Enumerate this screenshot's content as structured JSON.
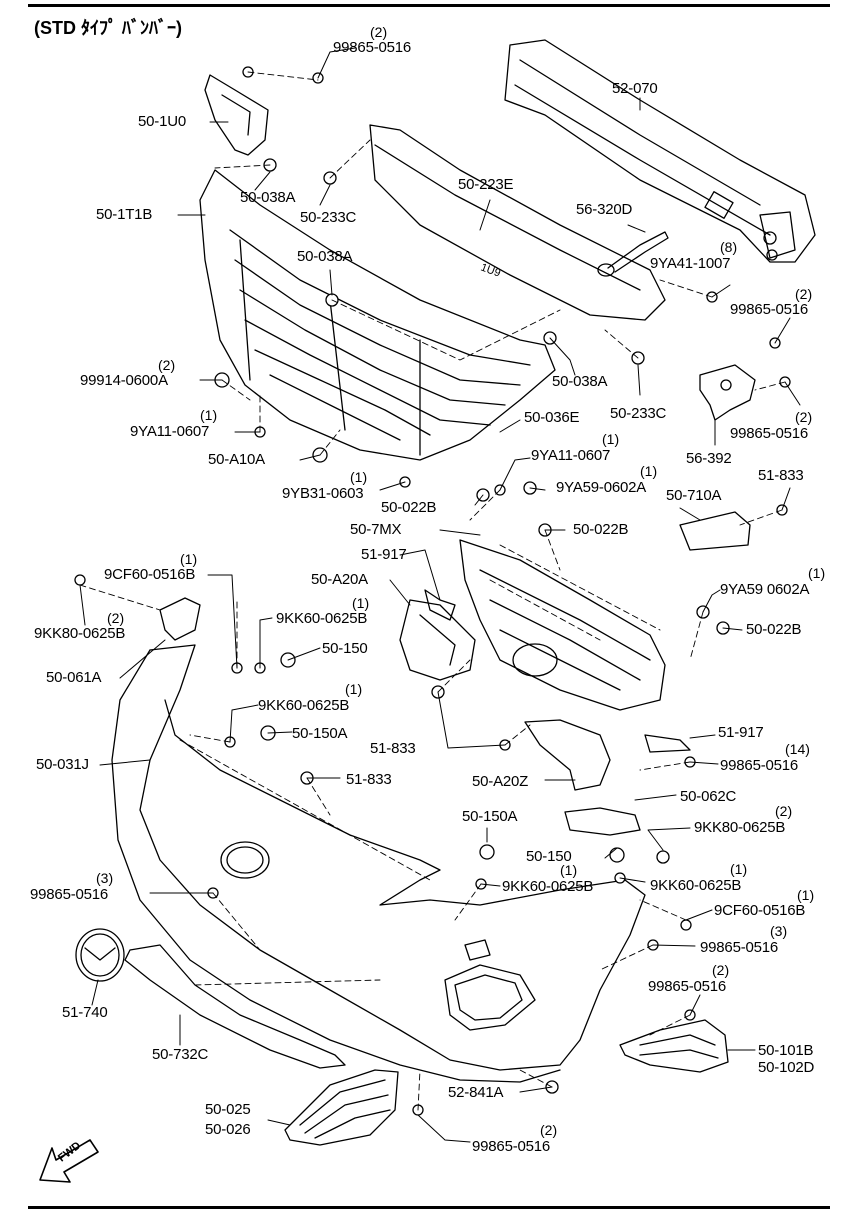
{
  "title": "(STD ﾀｲﾌﾟ ﾊﾞﾝﾊﾞｰ)",
  "fwd_label": "FWD",
  "labels": [
    {
      "id": "p01",
      "text": "99865-0516",
      "qty": "(2)"
    },
    {
      "id": "p02",
      "text": "50-1U0",
      "qty": ""
    },
    {
      "id": "p03",
      "text": "52-070",
      "qty": ""
    },
    {
      "id": "p04",
      "text": "50-038A",
      "qty": ""
    },
    {
      "id": "p05",
      "text": "50-223E",
      "qty": ""
    },
    {
      "id": "p06",
      "text": "50-1T1B",
      "qty": ""
    },
    {
      "id": "p07",
      "text": "50-233C",
      "qty": ""
    },
    {
      "id": "p08",
      "text": "56-320D",
      "qty": ""
    },
    {
      "id": "p09",
      "text": "50-038A",
      "qty": ""
    },
    {
      "id": "p10",
      "text": "9YA41-1007",
      "qty": "(8)"
    },
    {
      "id": "p11",
      "text": "99865-0516",
      "qty": "(2)"
    },
    {
      "id": "p12",
      "text": "99914-0600A",
      "qty": "(2)"
    },
    {
      "id": "p13",
      "text": "50-038A",
      "qty": ""
    },
    {
      "id": "p14",
      "text": "9YA11-0607",
      "qty": "(1)"
    },
    {
      "id": "p15",
      "text": "50-233C",
      "qty": ""
    },
    {
      "id": "p16",
      "text": "50-036E",
      "qty": ""
    },
    {
      "id": "p17",
      "text": "99865-0516",
      "qty": "(2)"
    },
    {
      "id": "p18",
      "text": "50-A10A",
      "qty": ""
    },
    {
      "id": "p19",
      "text": "9YA11-0607",
      "qty": "(1)"
    },
    {
      "id": "p20",
      "text": "56-392",
      "qty": ""
    },
    {
      "id": "p21",
      "text": "9YB31-0603",
      "qty": "(1)"
    },
    {
      "id": "p22",
      "text": "9YA59-0602A",
      "qty": "(1)"
    },
    {
      "id": "p23",
      "text": "51-833",
      "qty": ""
    },
    {
      "id": "p24",
      "text": "50-022B",
      "qty": ""
    },
    {
      "id": "p25",
      "text": "50-710A",
      "qty": ""
    },
    {
      "id": "p26",
      "text": "50-7MX",
      "qty": ""
    },
    {
      "id": "p27",
      "text": "50-022B",
      "qty": ""
    },
    {
      "id": "p28",
      "text": "51-917",
      "qty": ""
    },
    {
      "id": "p29",
      "text": "9CF60-0516B",
      "qty": "(1)"
    },
    {
      "id": "p30",
      "text": "50-A20A",
      "qty": ""
    },
    {
      "id": "p31",
      "text": "9YA59 0602A",
      "qty": "(1)"
    },
    {
      "id": "p32",
      "text": "9KK80-0625B",
      "qty": "(2)"
    },
    {
      "id": "p33",
      "text": "9KK60-0625B",
      "qty": "(1)"
    },
    {
      "id": "p34",
      "text": "50-022B",
      "qty": ""
    },
    {
      "id": "p35",
      "text": "50-061A",
      "qty": ""
    },
    {
      "id": "p36",
      "text": "50-150",
      "qty": ""
    },
    {
      "id": "p37",
      "text": "9KK60-0625B",
      "qty": "(1)"
    },
    {
      "id": "p38",
      "text": "50-150A",
      "qty": ""
    },
    {
      "id": "p39",
      "text": "51-917",
      "qty": ""
    },
    {
      "id": "p40",
      "text": "51-833",
      "qty": ""
    },
    {
      "id": "p41",
      "text": "99865-0516",
      "qty": "(14)"
    },
    {
      "id": "p42",
      "text": "50-031J",
      "qty": ""
    },
    {
      "id": "p43",
      "text": "51-833",
      "qty": ""
    },
    {
      "id": "p44",
      "text": "50-A20Z",
      "qty": ""
    },
    {
      "id": "p45",
      "text": "50-062C",
      "qty": ""
    },
    {
      "id": "p46",
      "text": "50-150A",
      "qty": ""
    },
    {
      "id": "p47",
      "text": "9KK80-0625B",
      "qty": "(2)"
    },
    {
      "id": "p48",
      "text": "50-150",
      "qty": ""
    },
    {
      "id": "p49",
      "text": "99865-0516",
      "qty": "(3)"
    },
    {
      "id": "p50",
      "text": "9KK60-0625B",
      "qty": "(1)"
    },
    {
      "id": "p51",
      "text": "9KK60-0625B",
      "qty": "(1)"
    },
    {
      "id": "p52",
      "text": "9CF60-0516B",
      "qty": "(1)"
    },
    {
      "id": "p53",
      "text": "99865-0516",
      "qty": "(3)"
    },
    {
      "id": "p54",
      "text": "99865-0516",
      "qty": "(2)"
    },
    {
      "id": "p55",
      "text": "51-740",
      "qty": ""
    },
    {
      "id": "p56",
      "text": "50-101B",
      "qty": ""
    },
    {
      "id": "p57",
      "text": "50-102D",
      "qty": ""
    },
    {
      "id": "p58",
      "text": "50-732C",
      "qty": ""
    },
    {
      "id": "p59",
      "text": "52-841A",
      "qty": ""
    },
    {
      "id": "p60",
      "text": "50-025",
      "qty": ""
    },
    {
      "id": "p61",
      "text": "50-026",
      "qty": ""
    },
    {
      "id": "p62",
      "text": "99865-0516",
      "qty": "(2)"
    }
  ]
}
